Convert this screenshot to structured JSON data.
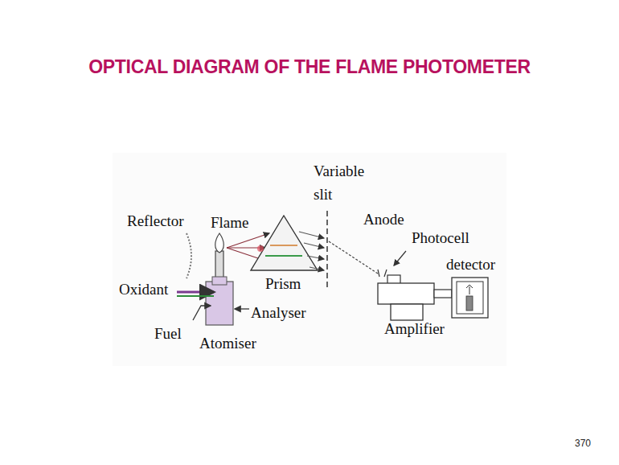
{
  "diagram": {
    "title": "OPTICAL DIAGRAM OF THE FLAME PHOTOMETER",
    "labels": [
      "Variable slit",
      "Reflector",
      "Flame",
      "Anode",
      "Photocell",
      "detector",
      "Prism",
      "Oxidant",
      "Analyser",
      "Fuel",
      "Atomiser",
      "Amplifier",
      "370"
    ]
  }
}
